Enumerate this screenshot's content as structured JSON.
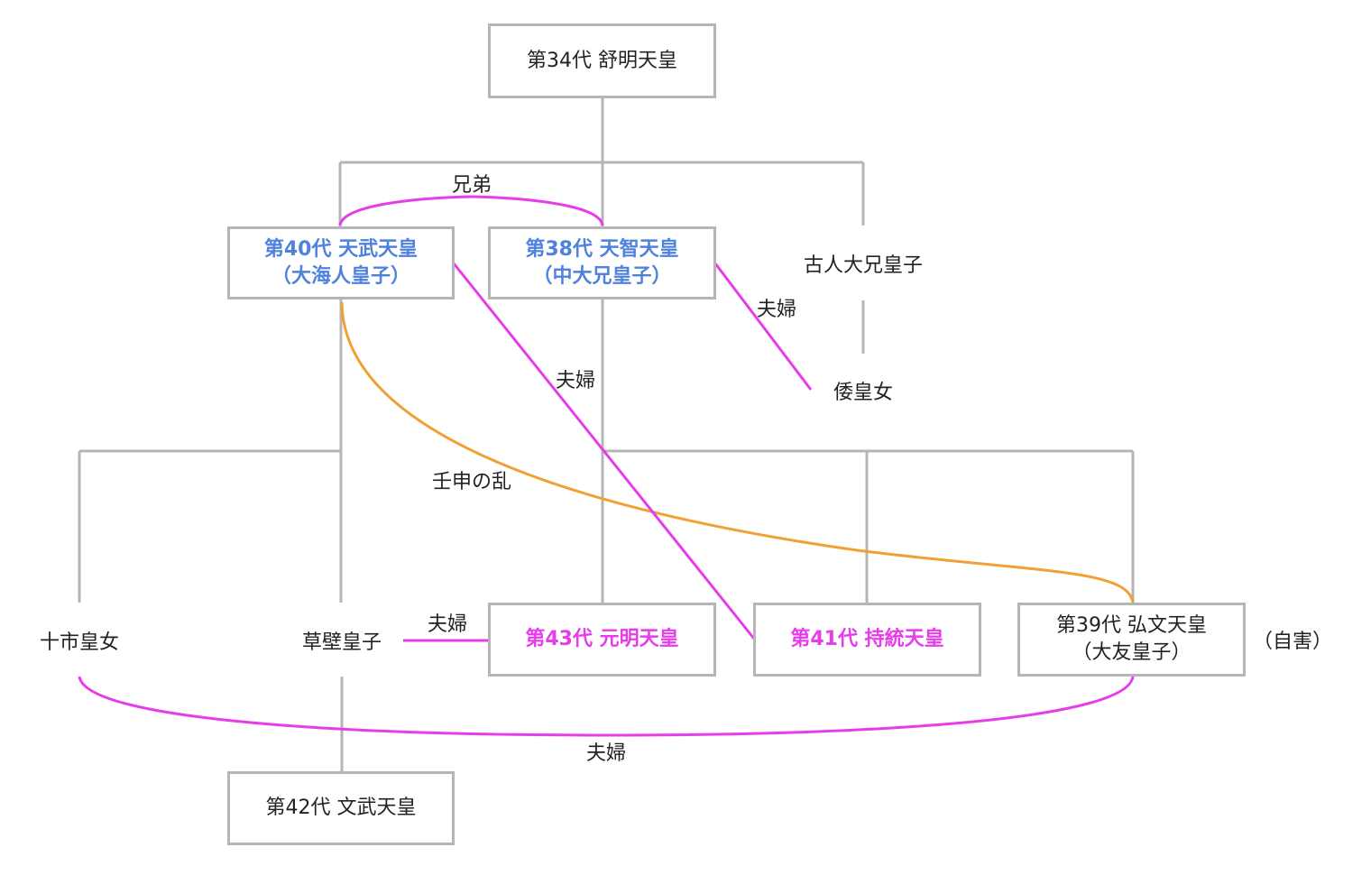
{
  "nodes": {
    "jomei": {
      "line1": "第34代 舒明天皇"
    },
    "tenmu": {
      "line1": "第40代 天武天皇",
      "line2": "（大海人皇子）"
    },
    "tenji": {
      "line1": "第38代 天智天皇",
      "line2": "（中大兄皇子）"
    },
    "furuhito": {
      "line1": "古人大兄皇子"
    },
    "yamato": {
      "line1": "倭皇女"
    },
    "tochi": {
      "line1": "十市皇女"
    },
    "kusakabe": {
      "line1": "草壁皇子"
    },
    "genmei": {
      "line1": "第43代 元明天皇"
    },
    "jito": {
      "line1": "第41代 持統天皇"
    },
    "kobun": {
      "line1": "第39代 弘文天皇",
      "line2": "（大友皇子）",
      "note": "（自害）"
    },
    "monmu": {
      "line1": "第42代 文武天皇"
    }
  },
  "labels": {
    "brothers": "兄弟",
    "couple_tenji_yamato": "夫婦",
    "couple_tenmu_jito": "夫婦",
    "jinshin": "壬申の乱",
    "couple_kusakabe_genmei": "夫婦",
    "couple_tochi_kobun": "夫婦"
  },
  "colors": {
    "line": "#b5b5b5",
    "marriage": "#e63ce9",
    "war": "#f0a035",
    "highlight_blue": "#4f82dc"
  }
}
